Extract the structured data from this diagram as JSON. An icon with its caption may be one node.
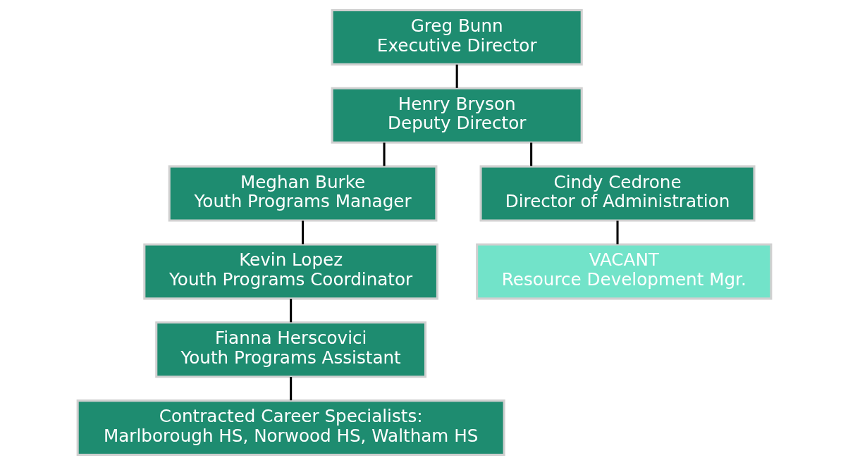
{
  "diagram": {
    "nodes": [
      {
        "text": [
          "Greg Bunn",
          "Executive Director"
        ]
      },
      {
        "text": [
          "Henry Bryson",
          "Deputy Director"
        ]
      },
      {
        "text": [
          "Meghan Burke",
          "Youth Programs Manager"
        ]
      },
      {
        "text": [
          "Cindy Cedrone",
          "Director of Administration"
        ]
      },
      {
        "text": [
          "Kevin Lopez",
          "Youth Programs Coordinator"
        ]
      },
      {
        "text": [
          "Fianna Herscovici",
          "Youth Programs Assistant"
        ]
      },
      {
        "text": [
          "Contracted Career Specialists:",
          "Marlborough HS, Norwood HS, Waltham HS"
        ]
      },
      {
        "text": [
          "VACANT",
          "Resource Development Mgr."
        ]
      }
    ],
    "edges": [
      {
        "from": 0,
        "to": 1,
        "arrow": "none"
      },
      {
        "from": 1,
        "to": 2,
        "arrow": "none"
      },
      {
        "from": 1,
        "to": 3,
        "arrow": "none"
      },
      {
        "from": 2,
        "to": 4,
        "arrow": "none"
      },
      {
        "from": 4,
        "to": 5,
        "arrow": "none"
      },
      {
        "from": 5,
        "to": 6,
        "arrow": "none"
      },
      {
        "from": 3,
        "to": 7,
        "arrow": "none"
      }
    ]
  }
}
